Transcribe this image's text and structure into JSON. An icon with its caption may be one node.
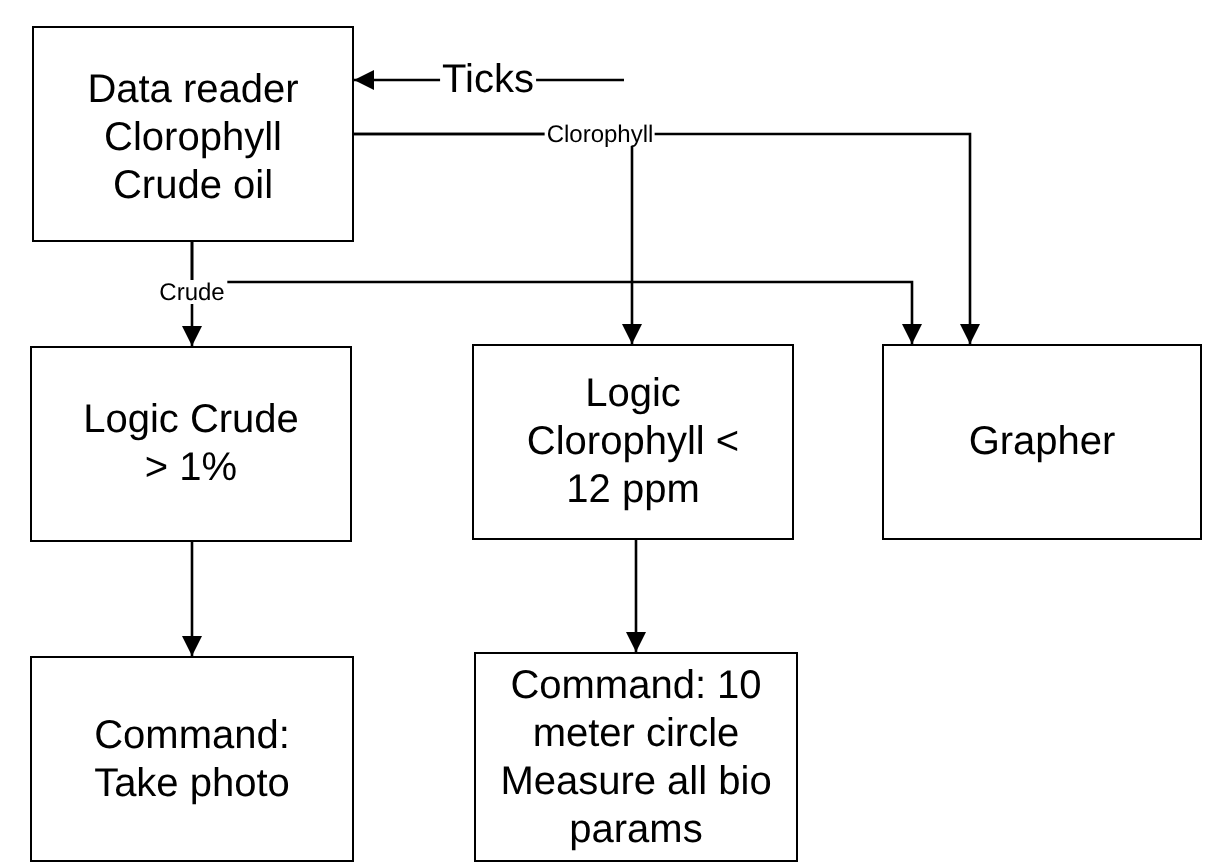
{
  "diagram": {
    "nodes": [
      {
        "text": [
          "Data reader Clorophyll Crude oil"
        ]
      },
      {
        "text": [
          "Logic Crude > 1%"
        ]
      },
      {
        "text": [
          "Logic Clorophyll < 12 ppm"
        ]
      },
      {
        "text": [
          "Grapher"
        ]
      },
      {
        "text": [
          "Command: Take photo"
        ]
      },
      {
        "text": [
          "Command: 10 meter circle Measure all bio params"
        ]
      }
    ],
    "edges": [
      {
        "from": null,
        "to": 0,
        "arrow": "to",
        "label": "Ticks"
      },
      {
        "from": 0,
        "to": 1,
        "arrow": "to",
        "label": "Crude"
      },
      {
        "from": 0,
        "to": 3,
        "arrow": "to"
      },
      {
        "from": 0,
        "to": 2,
        "arrow": "to",
        "label": "Clorophyll"
      },
      {
        "from": 0,
        "to": 3,
        "arrow": "to"
      },
      {
        "from": 1,
        "to": 4,
        "arrow": "to"
      },
      {
        "from": 2,
        "to": 5,
        "arrow": "to"
      }
    ]
  }
}
